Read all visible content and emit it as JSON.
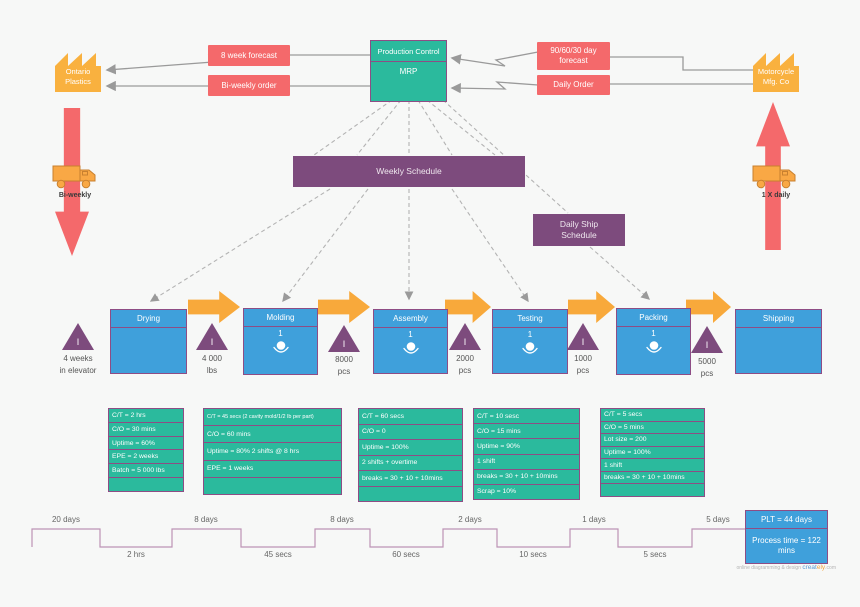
{
  "supplier": {
    "name": "Ontario Plastics"
  },
  "customer": {
    "name": "Motorcycle Mfg. Co"
  },
  "control": {
    "title": "Production Control",
    "subtitle": "MRP"
  },
  "info_flows": {
    "forecast_left": "8 week forecast",
    "order_left": "Bi-weekly order",
    "forecast_right": "90/60/30 day forecast",
    "order_right": "Daily Order"
  },
  "schedules": {
    "weekly": "Weekly Schedule",
    "daily_ship": "Daily Ship Schedule"
  },
  "shipments": {
    "left": "Bi-weekly",
    "right": "1 X daily"
  },
  "processes": [
    {
      "name": "Drying",
      "operators": ""
    },
    {
      "name": "Molding",
      "operators": "1"
    },
    {
      "name": "Assembly",
      "operators": "1"
    },
    {
      "name": "Testing",
      "operators": "1"
    },
    {
      "name": "Packing",
      "operators": "1"
    },
    {
      "name": "Shipping",
      "operators": ""
    }
  ],
  "inventories": [
    {
      "line1": "4 weeks",
      "line2": "in elevator"
    },
    {
      "line1": "4 000",
      "line2": "lbs"
    },
    {
      "line1": "8000",
      "line2": "pcs"
    },
    {
      "line1": "2000",
      "line2": "pcs"
    },
    {
      "line1": "1000",
      "line2": "pcs"
    },
    {
      "line1": "5000",
      "line2": "pcs"
    }
  ],
  "data_boxes": [
    {
      "rows": [
        "C/T = 2 hrs",
        "C/O = 30 mins",
        "Uptime = 60%",
        "EPE = 2 weeks",
        "Batch = 5 000 lbs",
        ""
      ]
    },
    {
      "rows": [
        "C/T = 45 secs (2 cavity mold/1/2 lb per part)",
        "C/O = 60 mins",
        "Uptime = 80% 2 shifts @ 8 hrs",
        "EPE = 1 weeks",
        ""
      ]
    },
    {
      "rows": [
        "C/T = 60 secs",
        "C/O = 0",
        "Uptime = 100%",
        "2 shifts + overtime",
        "breaks = 30 + 10 + 10mins",
        ""
      ]
    },
    {
      "rows": [
        "C/T = 10 sesc",
        "C/O = 15 mins",
        "Uptime = 90%",
        "1 shift",
        "breaks = 30 + 10 + 10mins",
        "Scrap = 10%"
      ]
    },
    {
      "rows": [
        "C/T = 5 secs",
        "C/O = 5 mins",
        "Lot size = 200",
        "Uptime = 100%",
        "1 shift",
        "breaks = 30 + 10 + 10mins",
        ""
      ]
    }
  ],
  "timeline": {
    "lead_times": [
      "20 days",
      "8 days",
      "8 days",
      "2 days",
      "1 days",
      "5 days"
    ],
    "process_times": [
      "2 hrs",
      "45 secs",
      "60 secs",
      "10 secs",
      "5 secs"
    ],
    "plt": "PLT = 44 days",
    "process_time_total": "Process time = 122 mins"
  },
  "watermark": {
    "prefix": "online diagramming & design",
    "brand1": "creat",
    "brand2": "ely",
    "suffix": ".com"
  },
  "colors": {
    "teal": "#2bba9d",
    "purple": "#7d4b7d",
    "border_purple": "#8e4d85",
    "blue": "#3fa0db",
    "salmon": "#f4696b",
    "orange": "#f8a93b",
    "factory_yellow": "#f9b13f",
    "timeline_line": "#bd93b5",
    "background": "#f7f8f7"
  }
}
